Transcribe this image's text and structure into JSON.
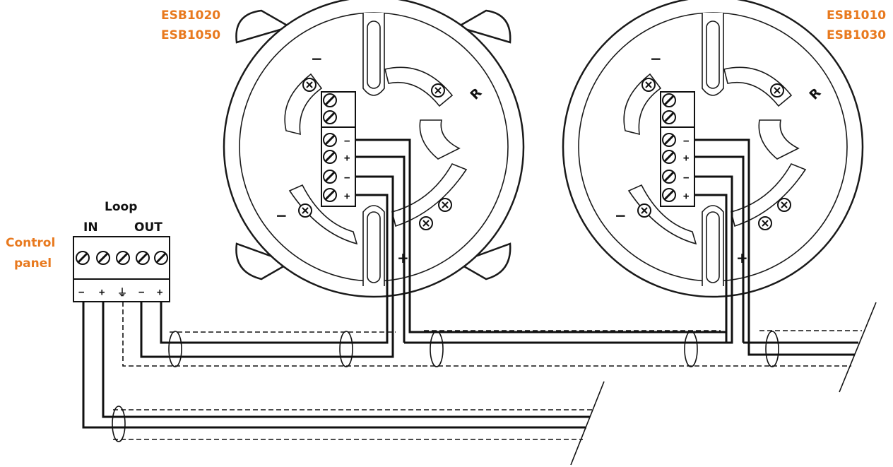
{
  "control_panel": {
    "label_line1": "Control",
    "label_line2": "panel",
    "loop_label": "Loop",
    "in_label": "IN",
    "out_label": "OUT",
    "terminal_signs": [
      "−",
      "+",
      "⏚",
      "−",
      "+"
    ]
  },
  "bases": [
    {
      "model_line1": "ESB1020",
      "model_line2": "ESB1050",
      "terminal_signs": [
        "−",
        "+",
        "−",
        "+"
      ],
      "marks": {
        "r": "R",
        "minus_top": "−",
        "minus_left": "−",
        "plus": "+"
      }
    },
    {
      "model_line1": "ESB1010",
      "model_line2": "ESB1030",
      "terminal_signs": [
        "−",
        "+",
        "−",
        "+"
      ],
      "marks": {
        "r": "R",
        "minus_top": "−",
        "minus_left": "−",
        "plus": "+"
      }
    }
  ],
  "colors": {
    "accent": "#E8791E",
    "line": "#111111"
  }
}
